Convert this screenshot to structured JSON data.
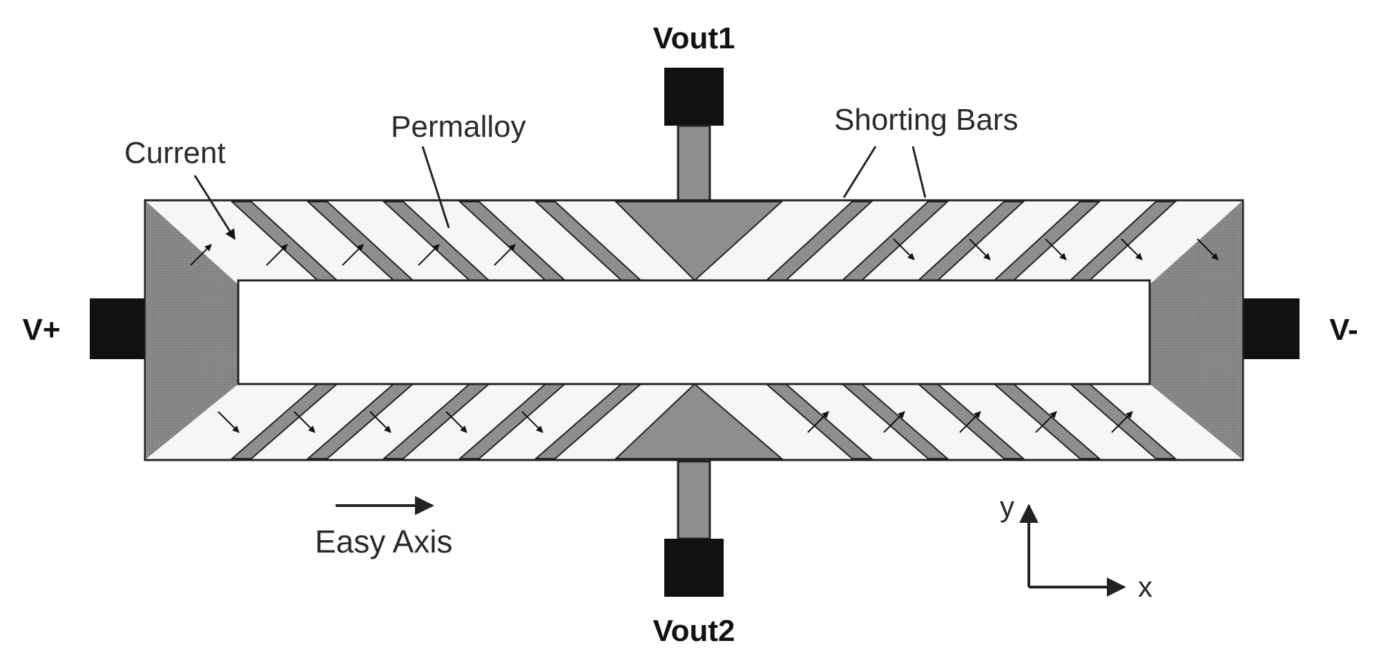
{
  "labels": {
    "vout1": "Vout1",
    "vout2": "Vout2",
    "vplus": "V+",
    "vminus": "V-",
    "current": "Current",
    "permalloy": "Permalloy",
    "shorting_bars": "Shorting Bars",
    "easy_axis": "Easy Axis",
    "axis_x": "x",
    "axis_y": "y"
  },
  "colors": {
    "permalloy_fill": "#f6f6f6",
    "shorting_bar": "#8e8e8e",
    "end_cap": "#8a8a8a",
    "contact_pad": "#111111",
    "outline": "#222222"
  }
}
